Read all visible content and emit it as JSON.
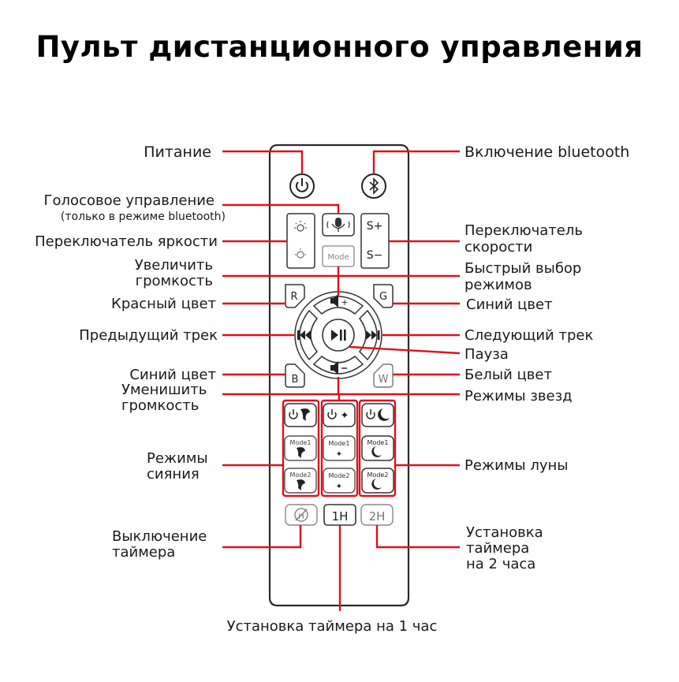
{
  "title": "Пульт дистанционного управления",
  "colors": {
    "callout": "#e0101c",
    "outline": "#2a2a2a",
    "muted": "#9a9a9a"
  },
  "buttons": {
    "power_icon": "power-icon",
    "bluetooth_icon": "bluetooth-icon",
    "voice_icon": "microphone-icon",
    "mode": "Mode",
    "speed_up": "S+",
    "speed_down": "S−",
    "red": "R",
    "green": "G",
    "blue": "B",
    "white": "W",
    "star_mode1": "Mode1",
    "star_mode2": "Mode2",
    "aurora_mode1": "Mode1",
    "aurora_mode2": "Mode2",
    "moon_mode1": "Mode1",
    "moon_mode2": "Mode2",
    "timer_1h": "1H",
    "timer_2h": "2H"
  },
  "labels": {
    "power": "Питание",
    "bluetooth_on": "Включение bluetooth",
    "voice_1": "Голосовое управление",
    "voice_2": "(только в режиме bluetooth)",
    "brightness": "Переключатель яркости",
    "speed_1": "Переключатель",
    "speed_2": "скорости",
    "vol_up_1": "Увеличить",
    "vol_up_2": "громкость",
    "quick_mode_1": "Быстрый выбор",
    "quick_mode_2": "режимов",
    "red_color": "Красный цвет",
    "blue_color_right": "Синий цвет",
    "prev_track": "Предыдущий трек",
    "next_track": "Следующий трек",
    "pause": "Пауза",
    "blue_color_left": "Синий цвет",
    "white_color": "Белый цвет",
    "vol_down_1": "Уменишить",
    "vol_down_2": "громкость",
    "star_modes": "Режимы звезд",
    "aurora_1": "Режимы",
    "aurora_2": "сияния",
    "moon_modes": "Режимы луны",
    "timer_off_1": "Выключение",
    "timer_off_2": "таймера",
    "timer_2h_1": "Установка",
    "timer_2h_2": "таймера",
    "timer_2h_3": "на 2 часа",
    "timer_1h": "Установка таймера на 1 час"
  }
}
